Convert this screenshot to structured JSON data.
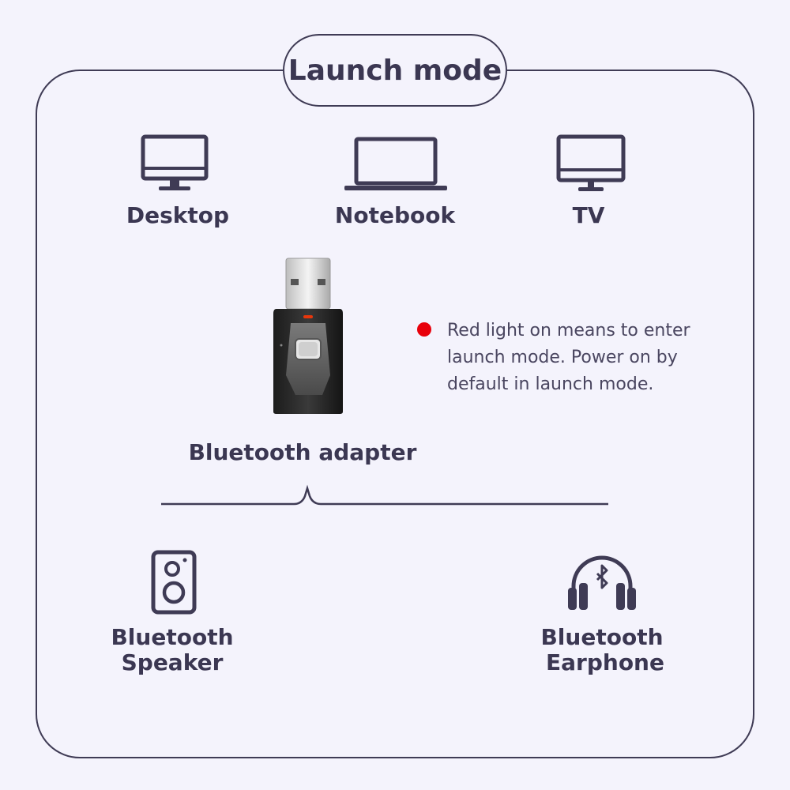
{
  "title": "Launch mode",
  "devices": {
    "desktop": "Desktop",
    "notebook": "Notebook",
    "tv": "TV"
  },
  "adapter": {
    "label": "Bluetooth adapter",
    "description": "Red light on means to enter launch mode. Power on by default in launch mode."
  },
  "outputs": {
    "speaker_line1": "Bluetooth",
    "speaker_line2": "Speaker",
    "earphone_line1": "Bluetooth",
    "earphone_line2": "Earphone"
  },
  "colors": {
    "ink": "#3b3752",
    "indicator": "#e8000b",
    "background": "#f4f3fc"
  }
}
